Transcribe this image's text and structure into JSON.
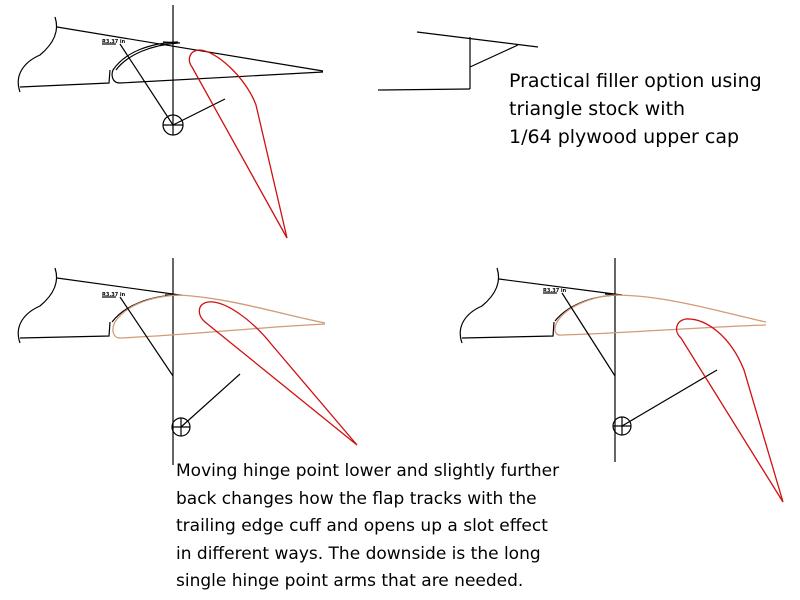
{
  "dimension_label": "R3.37 in",
  "top_note": {
    "lines": [
      "Practical filler option using",
      "triangle stock with",
      "1/64 plywood upper cap"
    ]
  },
  "bottom_note": {
    "lines": [
      "Moving hinge point lower and slightly further",
      "back changes how the flap tracks with the",
      "trailing edge cuff and opens up a slot effect",
      "in different ways.  The downside is the long",
      "single hinge point arms that are needed."
    ]
  },
  "colors": {
    "flap": "#d01010",
    "retracted_flap": "#d29a78",
    "structure": "#000000"
  }
}
